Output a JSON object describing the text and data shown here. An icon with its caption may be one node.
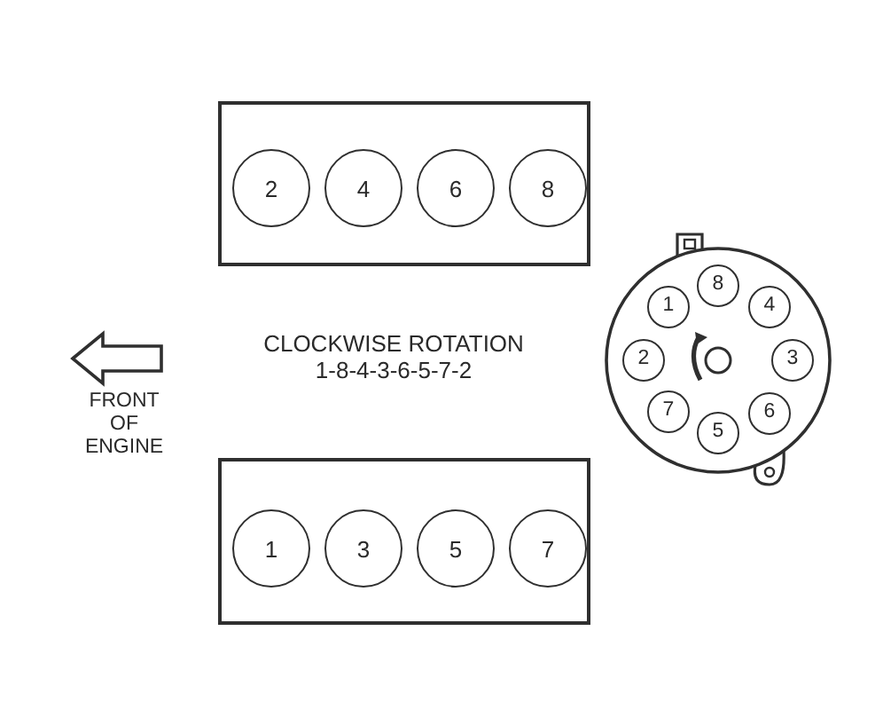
{
  "diagram": {
    "nodes": [
      {
        "text": [],
        "shape": "box"
      },
      {
        "text": [
          "2"
        ],
        "in": 0
      },
      {
        "text": [
          "4"
        ],
        "in": 0
      },
      {
        "text": [
          "6"
        ],
        "in": 0
      },
      {
        "text": [
          "8"
        ],
        "in": 0
      },
      {
        "text": [],
        "shape": "circle"
      },
      {
        "text": [
          "8"
        ],
        "in": 5
      },
      {
        "text": [
          "1"
        ],
        "in": 5
      },
      {
        "text": [
          "4"
        ],
        "in": 5
      },
      {
        "text": [
          "2"
        ],
        "in": 5
      },
      {
        "text": [
          "3"
        ],
        "in": 5
      },
      {
        "text": [
          "7"
        ],
        "in": 5
      },
      {
        "text": [
          "6"
        ],
        "in": 5
      },
      {
        "text": [
          "5"
        ],
        "in": 5
      },
      {
        "text": [],
        "shape": "box"
      },
      {
        "text": [
          "1"
        ],
        "in": 14
      },
      {
        "text": [
          "3"
        ],
        "in": 14
      },
      {
        "text": [
          "5"
        ],
        "in": 14
      },
      {
        "text": [
          "7"
        ],
        "in": 14
      }
    ],
    "labels": [
      "CLOCKWISE ROTATION",
      "1-8-4-3-6-5-7-2",
      "FRONT OF ENGINE"
    ]
  }
}
